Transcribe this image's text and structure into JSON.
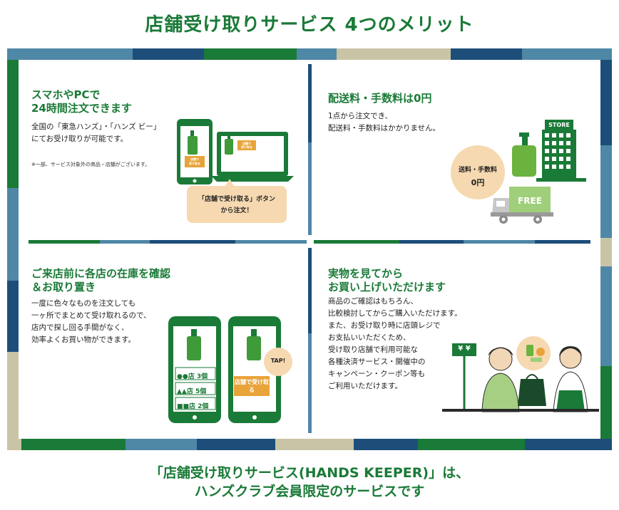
{
  "title": "店舗受け取りサービス 4つのメリット",
  "colors": {
    "green": "#1a7a37",
    "navy": "#1d4e7a",
    "teal": "#4f87a6",
    "beige": "#c9c4a6",
    "orange": "#e8a33a",
    "peach": "#f6d9b0"
  },
  "panels": [
    {
      "title_line1": "スマホやPCで",
      "title_line2": "24時間注文できます",
      "body": [
        "全国の「東急ハンズ」・「ハンズ ビー」",
        "にてお受け取りが可能です。"
      ],
      "note": "※一部、サービス対象外の商品・店舗がございます。",
      "button_label": "店舗で受け取る",
      "callout_line1": "「店舗で受け取る」ボタン",
      "callout_line2": "から注文！"
    },
    {
      "title": "配送料・手数料は0円",
      "body": [
        "1点から注文でき、",
        "配送料・手数料はかかりません。"
      ],
      "badge_line1": "送料・手数料",
      "badge_line2": "0円",
      "store_sign": "STORE",
      "truck_label": "FREE"
    },
    {
      "title_line1": "ご来店前に各店の在庫を確認",
      "title_line2": "＆お取り置き",
      "body": [
        "一度に色々なものを注文しても",
        "一ヶ所でまとめて受け取れるので、",
        "店内で探し回る手間がなく、",
        "効率よくお買い物ができます。"
      ],
      "stock": [
        {
          "shapes": "●●",
          "label": "店 3個"
        },
        {
          "shapes": "▲▲",
          "label": "店 5個"
        },
        {
          "shapes": "■■",
          "label": "店 2個"
        }
      ],
      "button_label": "店舗で受け取る",
      "tap_label": "TAP!"
    },
    {
      "title_line1": "実物を見てから",
      "title_line2": "お買い上げいただけます",
      "body": [
        "商品のご確認はもちろん、",
        "比較検討してからご購入いただけます。",
        "また、お受け取り時に店頭レジで",
        "お支払いいただくため、",
        "受け取り店舗で利用可能な",
        "各種決済サービス・開催中の",
        "キャンペーン・クーポン等も",
        "ご利用いただけます。"
      ],
      "register_sign": "¥ ¥"
    }
  ],
  "footer": {
    "line1": "「店舗受け取りサービス(HANDS KEEPER)」は、",
    "line2": "ハンズクラブ会員限定のサービスです"
  }
}
